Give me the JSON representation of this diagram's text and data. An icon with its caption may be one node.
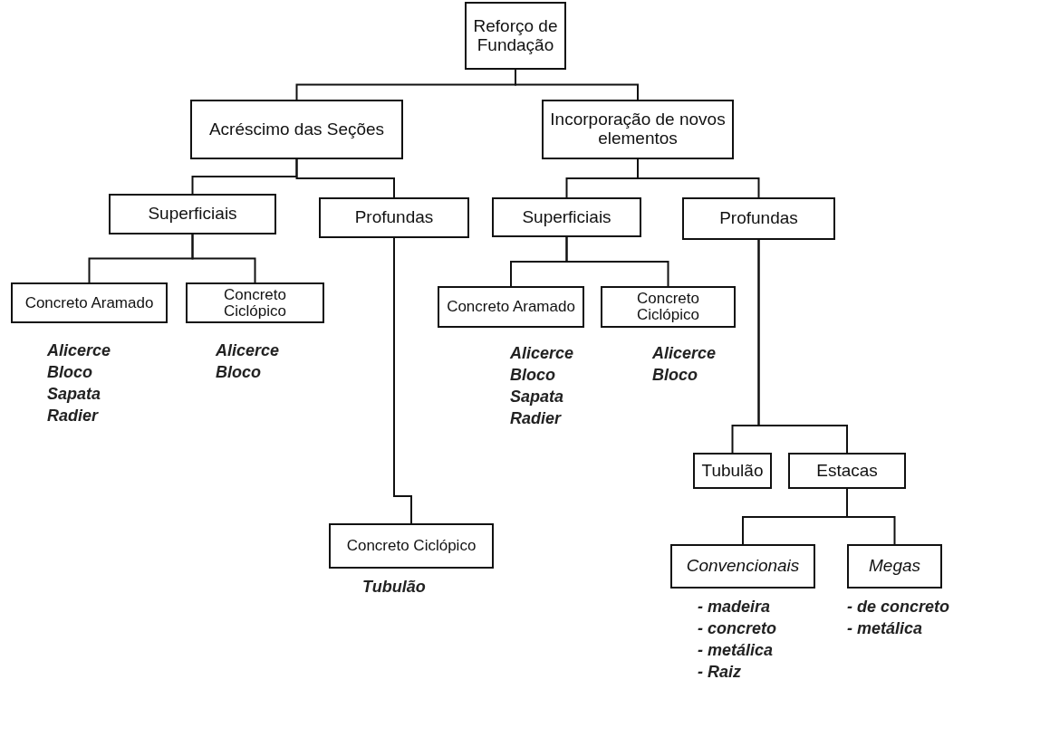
{
  "diagram": {
    "nodes": [
      {
        "text": [
          "Reforço de Fundação"
        ]
      },
      {
        "text": [
          "Acréscimo das Seções"
        ]
      },
      {
        "text": [
          "Incorporação de novos elementos"
        ]
      },
      {
        "text": [
          "Superficiais"
        ]
      },
      {
        "text": [
          "Profundas"
        ]
      },
      {
        "text": [
          "Superficiais"
        ]
      },
      {
        "text": [
          "Profundas"
        ]
      },
      {
        "text": [
          "Concreto Aramado"
        ],
        "beside": [
          "Alicerce",
          "Bloco",
          "Sapata",
          "Radier"
        ]
      },
      {
        "text": [
          "Concreto Ciclópico"
        ],
        "beside": [
          "Alicerce",
          "Bloco"
        ]
      },
      {
        "text": [
          "Concreto Aramado"
        ],
        "beside": [
          "Alicerce",
          "Bloco",
          "Sapata",
          "Radier"
        ]
      },
      {
        "text": [
          "Concreto Ciclópico"
        ],
        "beside": [
          "Alicerce",
          "Bloco"
        ]
      },
      {
        "text": [
          "Concreto Ciclópico"
        ],
        "beside": [
          "Tubulão"
        ]
      },
      {
        "text": [
          "Tubulão"
        ]
      },
      {
        "text": [
          "Estacas"
        ]
      },
      {
        "text": [
          "Convencionais"
        ],
        "beside": [
          "- madeira",
          "- concreto",
          "- metálica",
          "- Raiz"
        ]
      },
      {
        "text": [
          "Megas"
        ],
        "beside": [
          "- de concreto",
          "- metálica"
        ]
      }
    ],
    "edges": [
      {
        "from": 0,
        "to": 1,
        "arrow": "none"
      },
      {
        "from": 0,
        "to": 2,
        "arrow": "none"
      },
      {
        "from": 1,
        "to": 3,
        "arrow": "none"
      },
      {
        "from": 1,
        "to": 4,
        "arrow": "none"
      },
      {
        "from": 2,
        "to": 5,
        "arrow": "none"
      },
      {
        "from": 2,
        "to": 6,
        "arrow": "none"
      },
      {
        "from": 3,
        "to": 7,
        "arrow": "none"
      },
      {
        "from": 3,
        "to": 8,
        "arrow": "none"
      },
      {
        "from": 4,
        "to": 11,
        "arrow": "none"
      },
      {
        "from": 5,
        "to": 9,
        "arrow": "none"
      },
      {
        "from": 5,
        "to": 10,
        "arrow": "none"
      },
      {
        "from": 6,
        "to": 12,
        "arrow": "none"
      },
      {
        "from": 6,
        "to": 13,
        "arrow": "none"
      },
      {
        "from": 13,
        "to": 14,
        "arrow": "none"
      },
      {
        "from": 13,
        "to": 15,
        "arrow": "none"
      }
    ]
  }
}
